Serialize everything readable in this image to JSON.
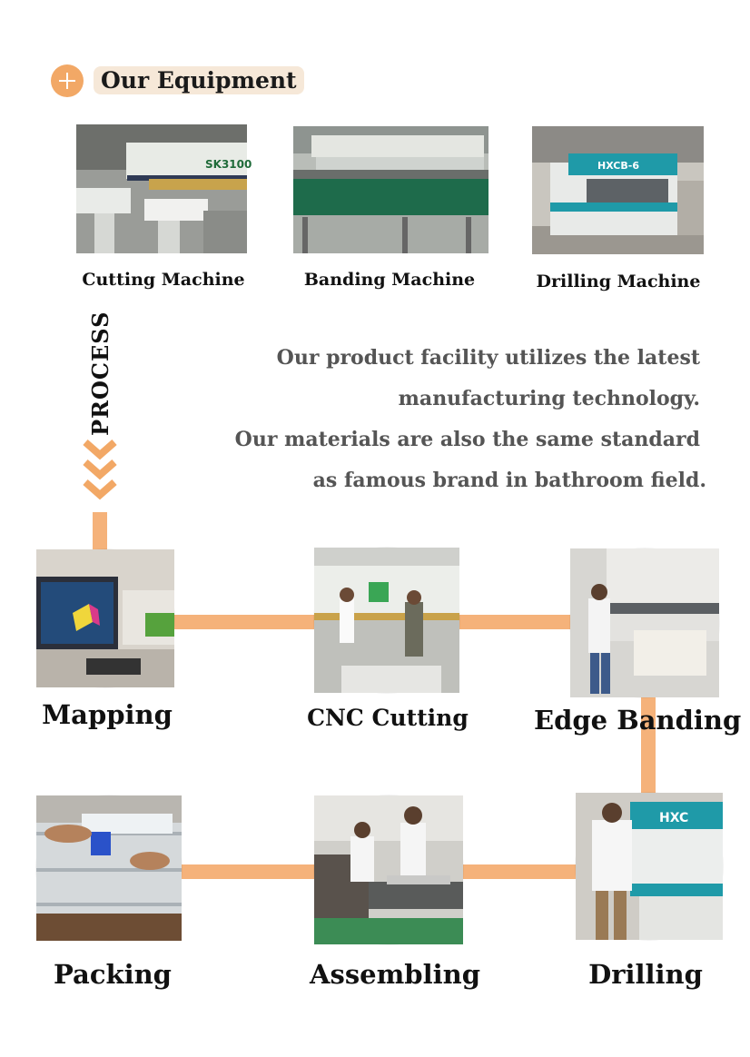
{
  "heading": {
    "title": "Our Equipment",
    "icon": "plus-icon"
  },
  "equipment": [
    {
      "label": "Cutting Machine",
      "photo_text": "SK3100"
    },
    {
      "label": "Banding Machine"
    },
    {
      "label": "Drilling Machine",
      "photo_text": "HXCB-6"
    }
  ],
  "process": {
    "label": "PROCESS",
    "chevron_icon": "chevron-down-icon",
    "description": [
      "Our product facility utilizes the latest",
      "manufacturing technology.",
      "Our materials are also the same standard",
      "as famous brand in bathroom field."
    ]
  },
  "steps": [
    {
      "label": "Mapping"
    },
    {
      "label": "CNC Cutting"
    },
    {
      "label": "Edge Banding"
    },
    {
      "label": "Packing"
    },
    {
      "label": "Assembling"
    },
    {
      "label": "Drilling",
      "photo_text": "HXC"
    }
  ],
  "colors": {
    "accent": "#f2a866",
    "connector": "#f5b27a",
    "pill_background": "#f6e8d8",
    "description_text": "#555555"
  }
}
